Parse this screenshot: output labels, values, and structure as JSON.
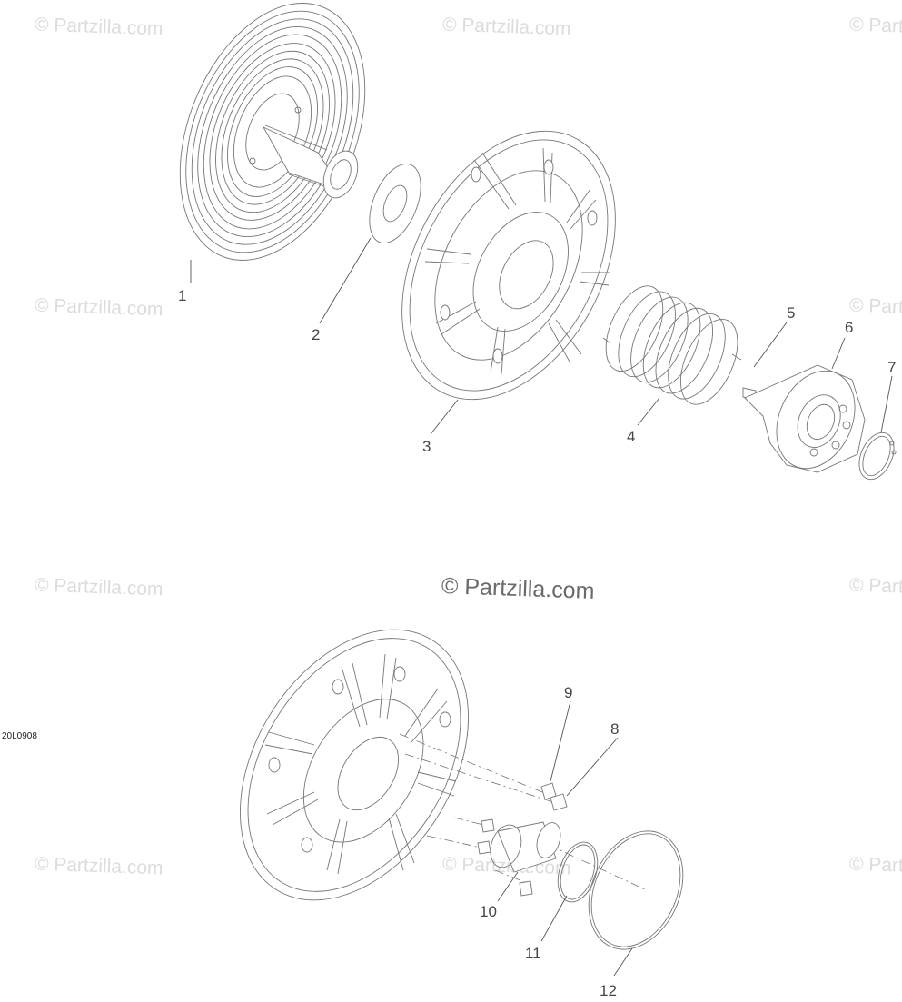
{
  "watermark": "© Partzilla.com",
  "diagram_code": "20L0908",
  "callouts": [
    {
      "id": "1",
      "label": "1"
    },
    {
      "id": "2",
      "label": "2"
    },
    {
      "id": "3",
      "label": "3"
    },
    {
      "id": "4",
      "label": "4"
    },
    {
      "id": "5",
      "label": "5"
    },
    {
      "id": "6",
      "label": "6"
    },
    {
      "id": "7",
      "label": "7"
    },
    {
      "id": "8",
      "label": "8"
    },
    {
      "id": "9",
      "label": "9"
    },
    {
      "id": "10",
      "label": "10"
    },
    {
      "id": "11",
      "label": "11"
    },
    {
      "id": "12",
      "label": "12"
    }
  ]
}
